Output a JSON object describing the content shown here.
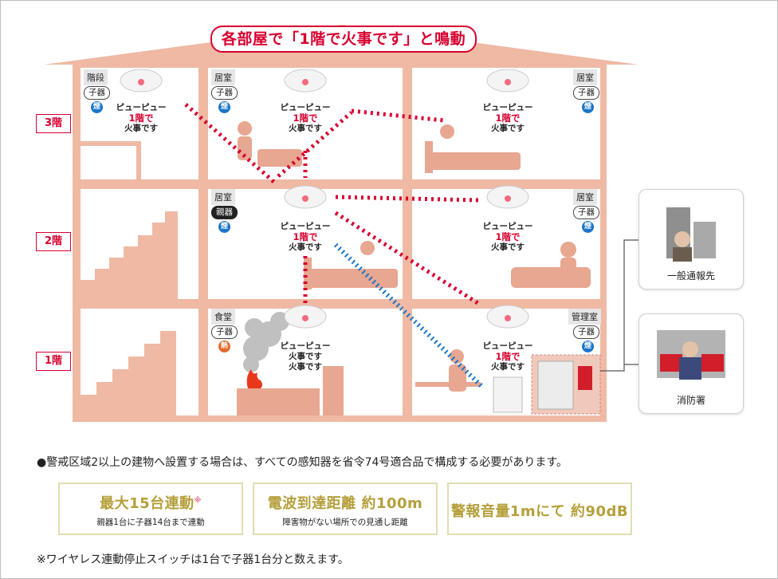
{
  "title": "各部屋で「1階で火事です」と鳴動",
  "floors": [
    "3階",
    "2階",
    "1階"
  ],
  "rooms": [
    {
      "name": "階段",
      "type": "子器",
      "sensor": "煙"
    },
    {
      "name": "居室",
      "type": "子器",
      "sensor": "煙"
    },
    {
      "name": "居室",
      "type": "子器",
      "sensor": "煙"
    },
    {
      "name": "居室",
      "type": "親器",
      "sensor": "煙"
    },
    {
      "name": "居室",
      "type": "子器",
      "sensor": "煙"
    },
    {
      "name": "食堂",
      "type": "子器",
      "sensor": "熱"
    },
    {
      "name": "管理室",
      "type": "子器",
      "sensor": "煙"
    }
  ],
  "alarm": {
    "sound": "ピューピュー",
    "floor": "1階で",
    "fire": "火事です",
    "fire_origin_line": "火事です"
  },
  "contacts": [
    "一般通報先",
    "消防署"
  ],
  "notice": "●警戒区域2以上の建物へ設置する場合は、すべての感知器を省令74号適合品で構成する必要があります。",
  "specs": [
    {
      "title": "最大15台連動",
      "mark": "※",
      "sub": "親器1台に子器14台まで連動"
    },
    {
      "title": "電波到達距離 約100m",
      "sub": "障害物がない場所での見通し距離"
    },
    {
      "title": "警報音量1mにて 約90dB",
      "sub": ""
    }
  ],
  "footnote": "※ワイヤレス連動停止スイッチは1台で子器1台分と数えます。",
  "colors": {
    "house": "#efb9a4",
    "wall": "#e89c84",
    "accent": "#d7002f",
    "smoke_badge": "#1a76c9",
    "heat_badge": "#e46a2b"
  }
}
